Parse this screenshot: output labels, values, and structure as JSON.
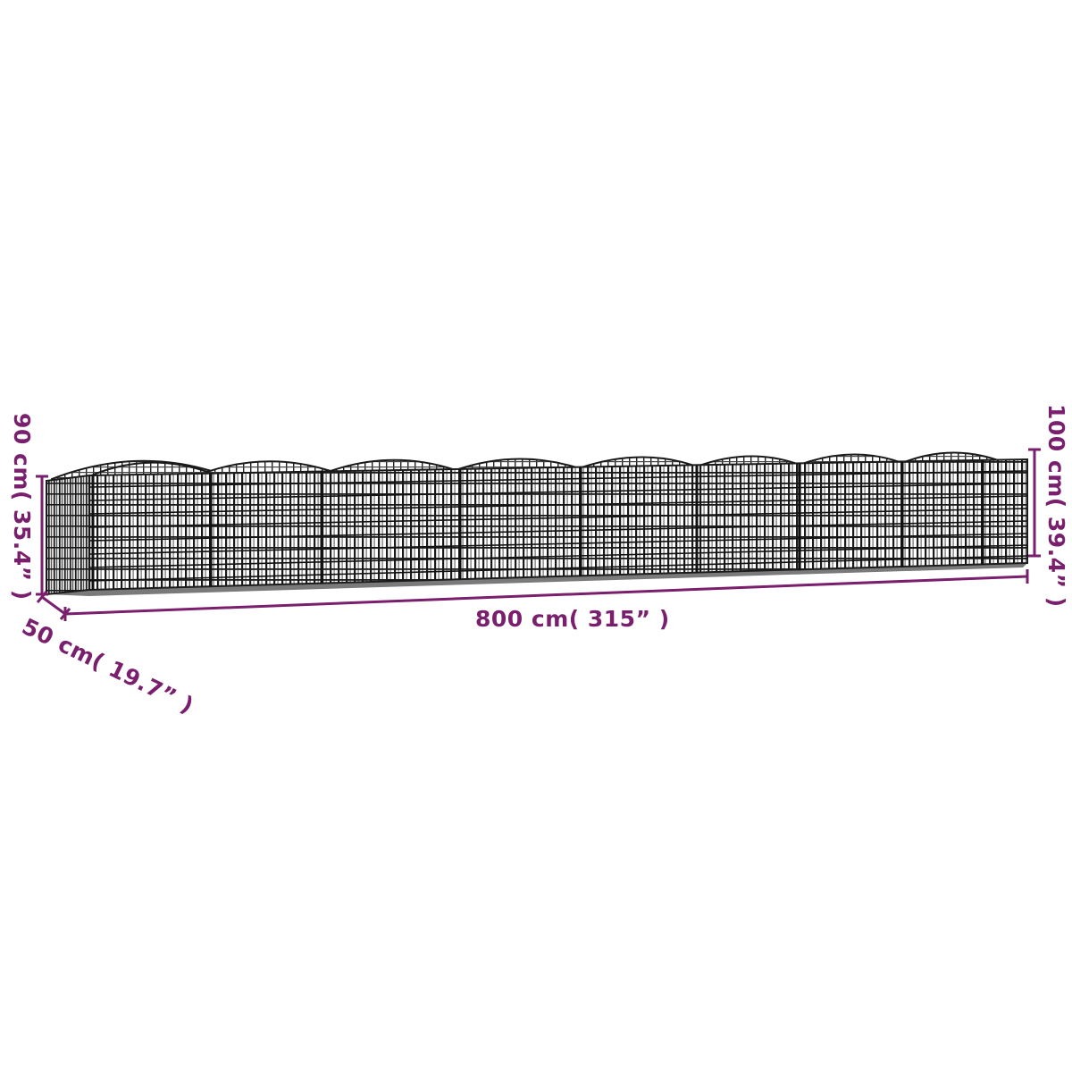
{
  "product": {
    "name": "Arched gabion basket dimension diagram",
    "segment_count": 8
  },
  "dimensions": {
    "width": {
      "label": "800 cm( 315”  )",
      "value_cm": 800,
      "value_in": 315
    },
    "height_left": {
      "label": "90 cm( 35.4”  )",
      "value_cm": 90,
      "value_in": 35.4
    },
    "height_right": {
      "label": "100 cm( 39.4”  )",
      "value_cm": 100,
      "value_in": 39.4
    },
    "depth": {
      "label": "50 cm( 19.7”  )",
      "value_cm": 50,
      "value_in": 19.7
    }
  },
  "colors": {
    "dimension_line": "#7a1f6e",
    "wire": "#1a1a1a",
    "wire_light": "#8a8a8a",
    "background": "#ffffff"
  }
}
